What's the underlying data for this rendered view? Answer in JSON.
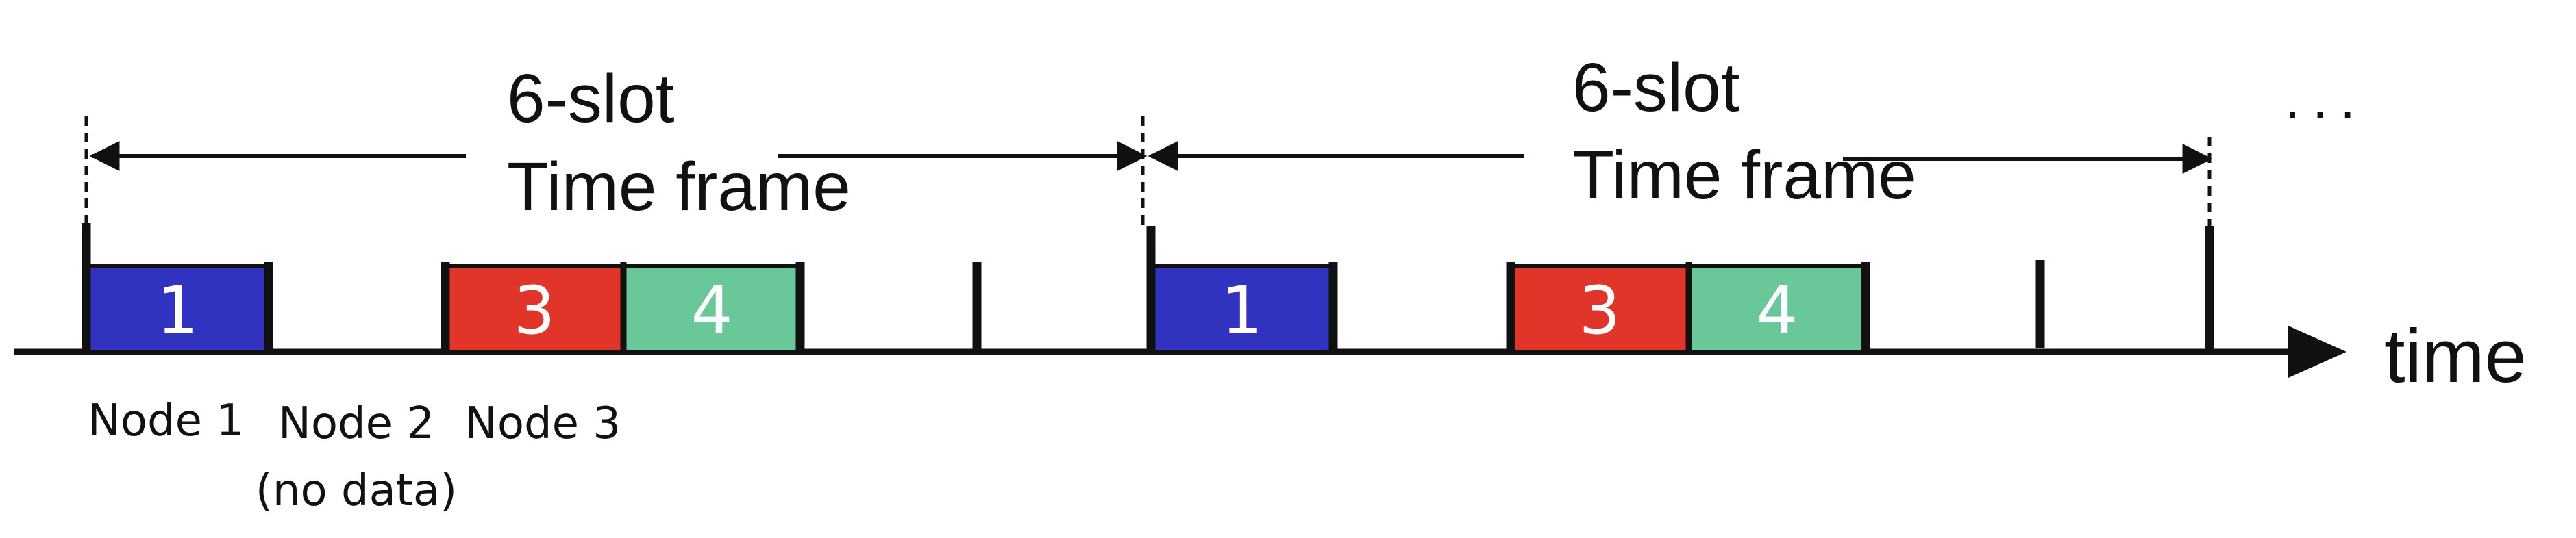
{
  "diagram": {
    "frames": [
      {
        "title_line1": "6-slot",
        "title_line2": "Time frame",
        "slots": [
          {
            "number": "1",
            "color": "#3232c0"
          },
          {
            "number": "3",
            "color": "#e03528"
          },
          {
            "number": "4",
            "color": "#6ac79a"
          }
        ]
      },
      {
        "title_line1": "6-slot",
        "title_line2": "Time frame",
        "slots": [
          {
            "number": "1",
            "color": "#3232c0"
          },
          {
            "number": "3",
            "color": "#e03528"
          },
          {
            "number": "4",
            "color": "#6ac79a"
          }
        ]
      }
    ],
    "axis_label": "time",
    "continuation": "...",
    "node_labels": {
      "node1": "Node 1",
      "node2_line1": "Node 2",
      "node2_line2": "(no data)",
      "node3": "Node 3"
    }
  }
}
